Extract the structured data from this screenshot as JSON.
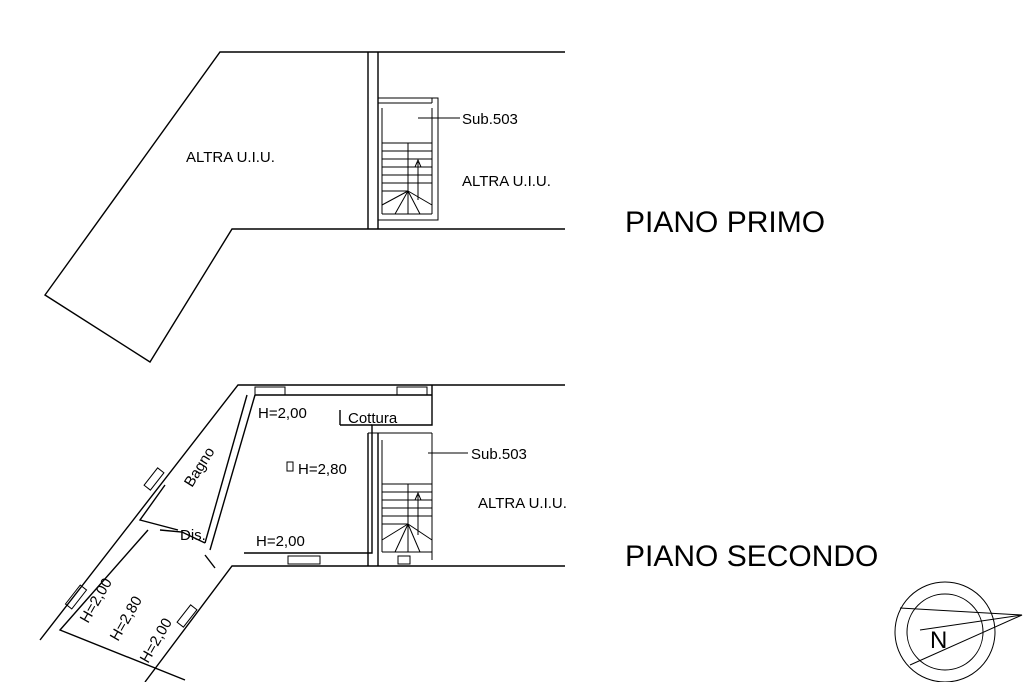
{
  "first_floor": {
    "title": "PIANO PRIMO",
    "left_unit": "ALTRA U.I.U.",
    "right_unit": "ALTRA U.I.U.",
    "sub_label": "Sub.503"
  },
  "second_floor": {
    "title": "PIANO SECONDO",
    "right_unit": "ALTRA U.I.U.",
    "sub_label": "Sub.503",
    "rooms": {
      "kitchen": "Cottura",
      "bathroom": "Bagno",
      "hall": "Dis."
    },
    "heights": {
      "top": "H=2,00",
      "middle": "H=2,80",
      "bottom": "H=2,00",
      "wing_1": "H=2,00",
      "wing_2": "H=2,80",
      "wing_3": "H=2,00"
    }
  },
  "compass": {
    "label": "N"
  }
}
